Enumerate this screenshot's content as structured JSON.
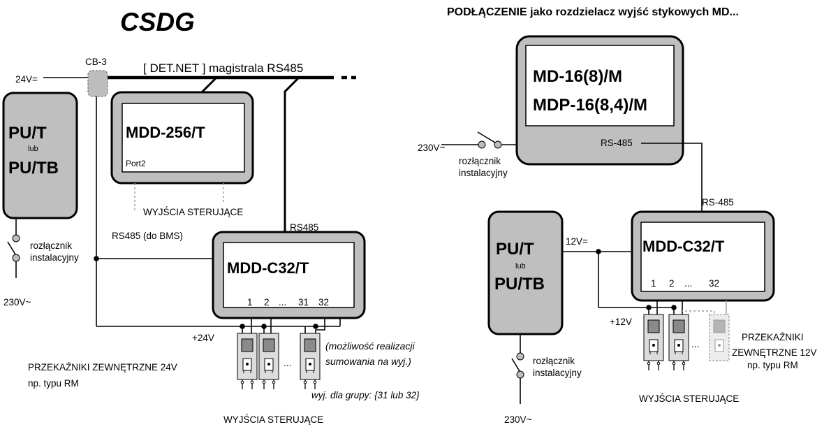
{
  "left": {
    "title": "CSDG",
    "cb3_label": "CB-3",
    "supply_label": "24V=",
    "bus_label": "[ DET.NET ] magistrala RS485",
    "power_unit": {
      "line1": "PU/T",
      "line2": "lub",
      "line3": "PU/TB"
    },
    "mdd256": {
      "name": "MDD-256/T",
      "port": "Port2",
      "outputs_label": "WYJŚCIA STERUJĄCE",
      "bms_label": "RS485 (do BMS)"
    },
    "mddc32": {
      "rs_label": "RS485",
      "name": "MDD-C32/T",
      "outputs": [
        "1",
        "2",
        "...",
        "31",
        "32"
      ]
    },
    "switch": {
      "line1": "rozłącznik",
      "line2": "instalacyjny",
      "mains": "230V~"
    },
    "plus_label": "+24V",
    "relay_ellipsis": "...",
    "note": {
      "line1": "(możliwość realizacji",
      "line2": "sumowania na wyj.)"
    },
    "relays_label": {
      "line1": "PRZEKAŹNIKI ZEWNĘTRZNE 24V",
      "line2": "np. typu RM"
    },
    "group_label": "wyj. dla grupy: {31 lub 32}",
    "outputs_label": "WYJŚCIA STERUJĄCE"
  },
  "right": {
    "title": "PODŁĄCZENIE jako rozdzielacz wyjść stykowych MD...",
    "md_module": {
      "line1": "MD-16(8)/M",
      "line2": "MDP-16(8,4)/M",
      "port_label": "RS-485"
    },
    "link_label": "RS-485",
    "switch_top": {
      "mains": "230V~",
      "line1": "rozłącznik",
      "line2": "instalacyjny"
    },
    "power_unit": {
      "line1": "PU/T",
      "line2": "lub",
      "line3": "PU/TB"
    },
    "supply_label": "12V=",
    "mddc32": {
      "name": "MDD-C32/T",
      "outputs": [
        "1",
        "2",
        "...",
        "32"
      ]
    },
    "plus_label": "+12V",
    "relay_ellipsis": "...",
    "relays_label": {
      "line1": "PRZEKAŹNIKI",
      "line2": "ZEWNĘTRZNE 12V",
      "line3": "np. typu RM"
    },
    "outputs_label": "WYJŚCIA STERUJĄCE",
    "switch_bottom": {
      "line1": "rozłącznik",
      "line2": "instalacyjny",
      "mains": "230V~"
    }
  }
}
